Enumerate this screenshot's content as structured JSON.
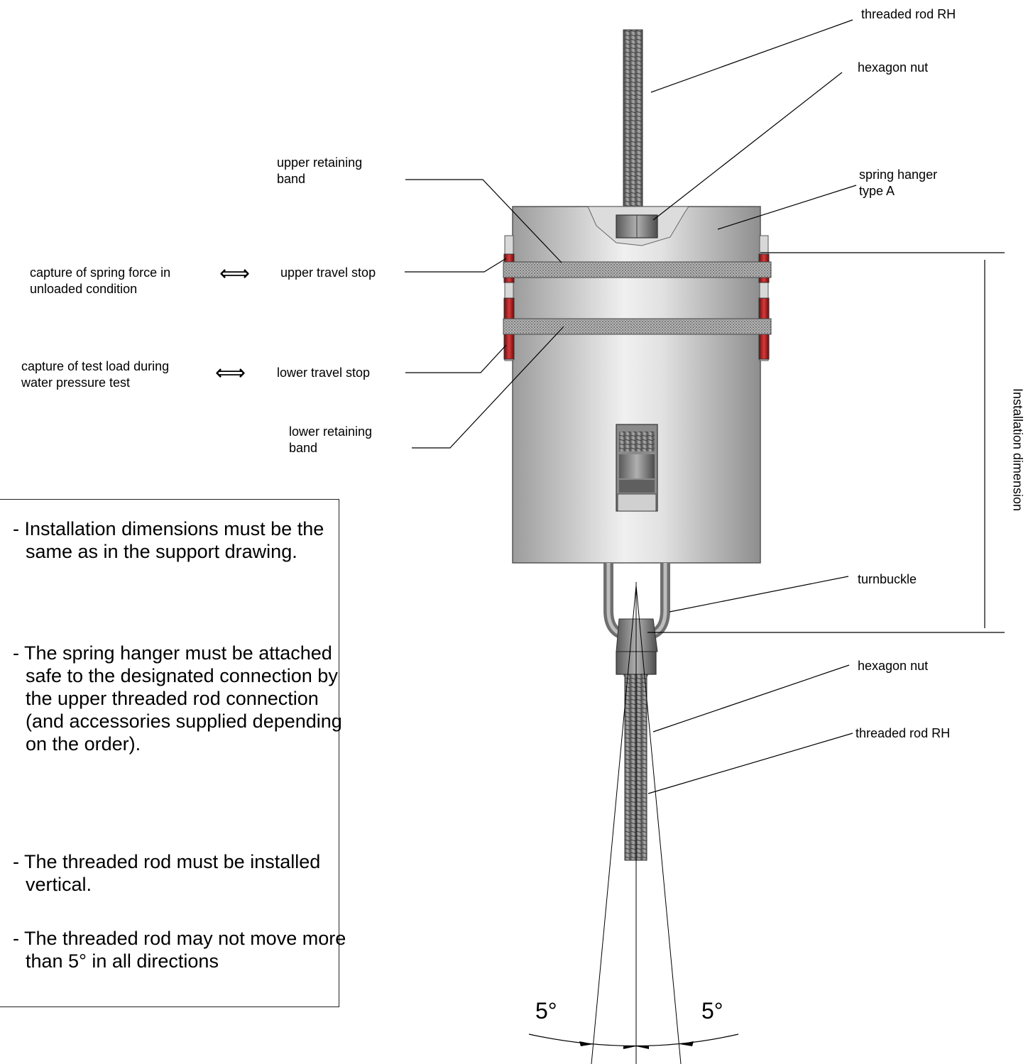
{
  "labels": {
    "threaded_rod_rh_top": "threaded rod RH",
    "hexagon_nut_top": "hexagon nut",
    "upper_retaining_band": [
      "upper retaining",
      "band"
    ],
    "spring_hanger": [
      "spring hanger",
      "type A"
    ],
    "capture_spring_force": [
      "capture of spring force in",
      "unloaded condition"
    ],
    "upper_travel_stop": "upper travel stop",
    "capture_test_load": [
      "capture of test load during",
      "water pressure test"
    ],
    "lower_travel_stop": "lower travel stop",
    "lower_retaining_band": [
      "lower retaining",
      "band"
    ],
    "turnbuckle": "turnbuckle",
    "hexagon_nut_bottom": "hexagon nut",
    "threaded_rod_rh_bottom": "threaded rod RH",
    "installation_dimension": "Installation dimension",
    "angle_left": "5°",
    "angle_right": "5°",
    "arrow_symbol": "⟺"
  },
  "notes": [
    "- Installation dimensions must be the same as in the support drawing.",
    "- The spring hanger must be attached safe to the designated connection by the upper threaded rod connection (and accessories supplied depending on the order).",
    "- The threaded rod must be installed vertical.",
    "- The threaded rod may not move more than 5° in all directions"
  ],
  "colors": {
    "housing": "#c8c8c8",
    "rod": "#7a7a7a",
    "band": "#9a9a9a",
    "stop_red": "#b81c1c",
    "line": "#000000"
  }
}
